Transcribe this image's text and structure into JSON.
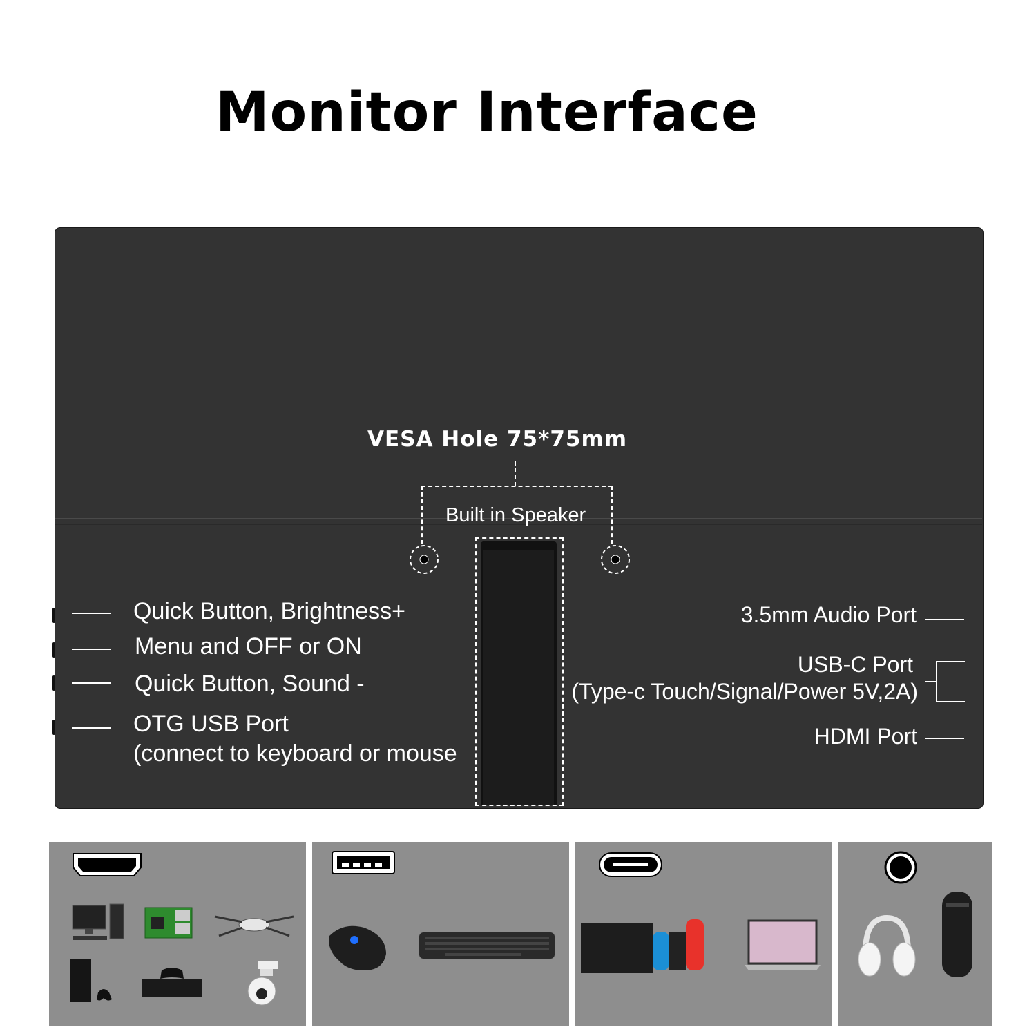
{
  "title": "Monitor Interface",
  "vesa_label": "VESA Hole 75*75mm",
  "speaker_label": "Built in Speaker",
  "left_ports": [
    {
      "label": "Quick Button, Brightness+"
    },
    {
      "label": "Menu and OFF or ON"
    },
    {
      "label": "Quick Button, Sound -"
    },
    {
      "label_line1": "OTG USB Port",
      "label_line2": "(connect to keyboard or mouse"
    }
  ],
  "right_ports": [
    {
      "label": "3.5mm Audio Port"
    },
    {
      "label_line1": "USB-C Port",
      "label_line2": "(Type-c Touch/Signal/Power 5V,2A)"
    },
    {
      "label": "HDMI Port"
    }
  ],
  "panels": [
    {
      "port_icon": "hdmi-port-icon",
      "devices": [
        "desktop-pc-icon",
        "raspberry-pi-icon",
        "drone-icon",
        "game-console-icon",
        "xbox-icon",
        "security-camera-icon"
      ]
    },
    {
      "port_icon": "usb-a-port-icon",
      "devices": [
        "gaming-mouse-icon",
        "keyboard-icon"
      ]
    },
    {
      "port_icon": "usb-c-port-icon",
      "devices": [
        "nintendo-switch-icon",
        "laptop-icon"
      ]
    },
    {
      "port_icon": "audio-jack-icon",
      "devices": [
        "headphones-icon",
        "speaker-icon"
      ]
    }
  ],
  "colors": {
    "monitor": "#333333",
    "panel": "#8e8e8e",
    "text_on_monitor": "#ffffff"
  }
}
